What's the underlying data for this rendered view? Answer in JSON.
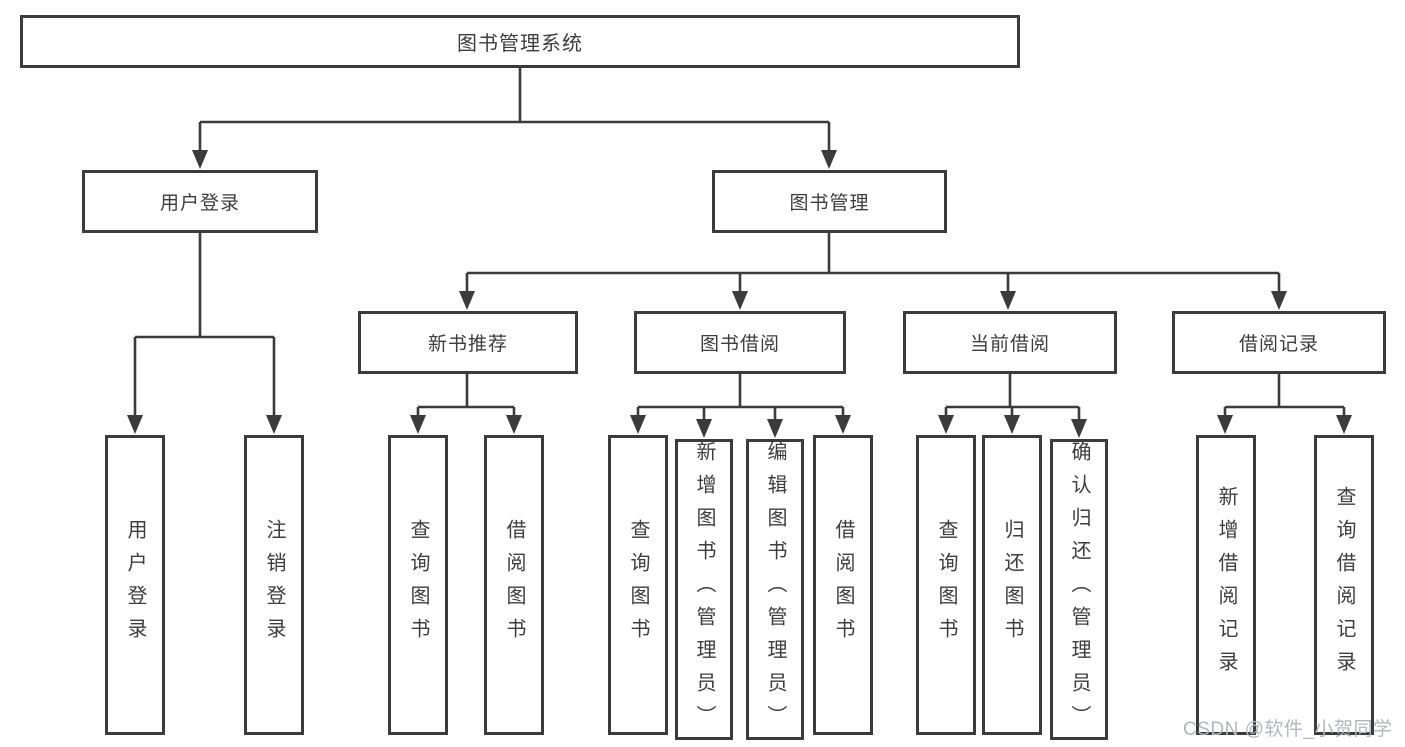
{
  "watermark": {
    "text": "CSDN @软件_小贺同学"
  },
  "colors": {
    "line": "#3b3b3b",
    "box_border": "#3b3b3b",
    "text": "#3d3d3d",
    "watermark": "#b2b6bc",
    "background": "#ffffff"
  },
  "tree": {
    "root": {
      "label": "图书管理系统"
    },
    "branches": [
      {
        "label": "用户登录",
        "children": [
          {
            "label": "用户登录"
          },
          {
            "label": "注销登录"
          }
        ]
      },
      {
        "label": "图书管理",
        "children": [
          {
            "label": "新书推荐",
            "children": [
              {
                "label": "查询图书"
              },
              {
                "label": "借阅图书"
              }
            ]
          },
          {
            "label": "图书借阅",
            "children": [
              {
                "label": "查询图书"
              },
              {
                "label": "新增图书（管理员）"
              },
              {
                "label": "编辑图书（管理员）"
              },
              {
                "label": "借阅图书"
              }
            ]
          },
          {
            "label": "当前借阅",
            "children": [
              {
                "label": "查询图书"
              },
              {
                "label": "归还图书"
              },
              {
                "label": "确认归还（管理员）"
              }
            ]
          },
          {
            "label": "借阅记录",
            "children": [
              {
                "label": "新增借阅记录"
              },
              {
                "label": "查询借阅记录"
              }
            ]
          }
        ]
      }
    ]
  }
}
